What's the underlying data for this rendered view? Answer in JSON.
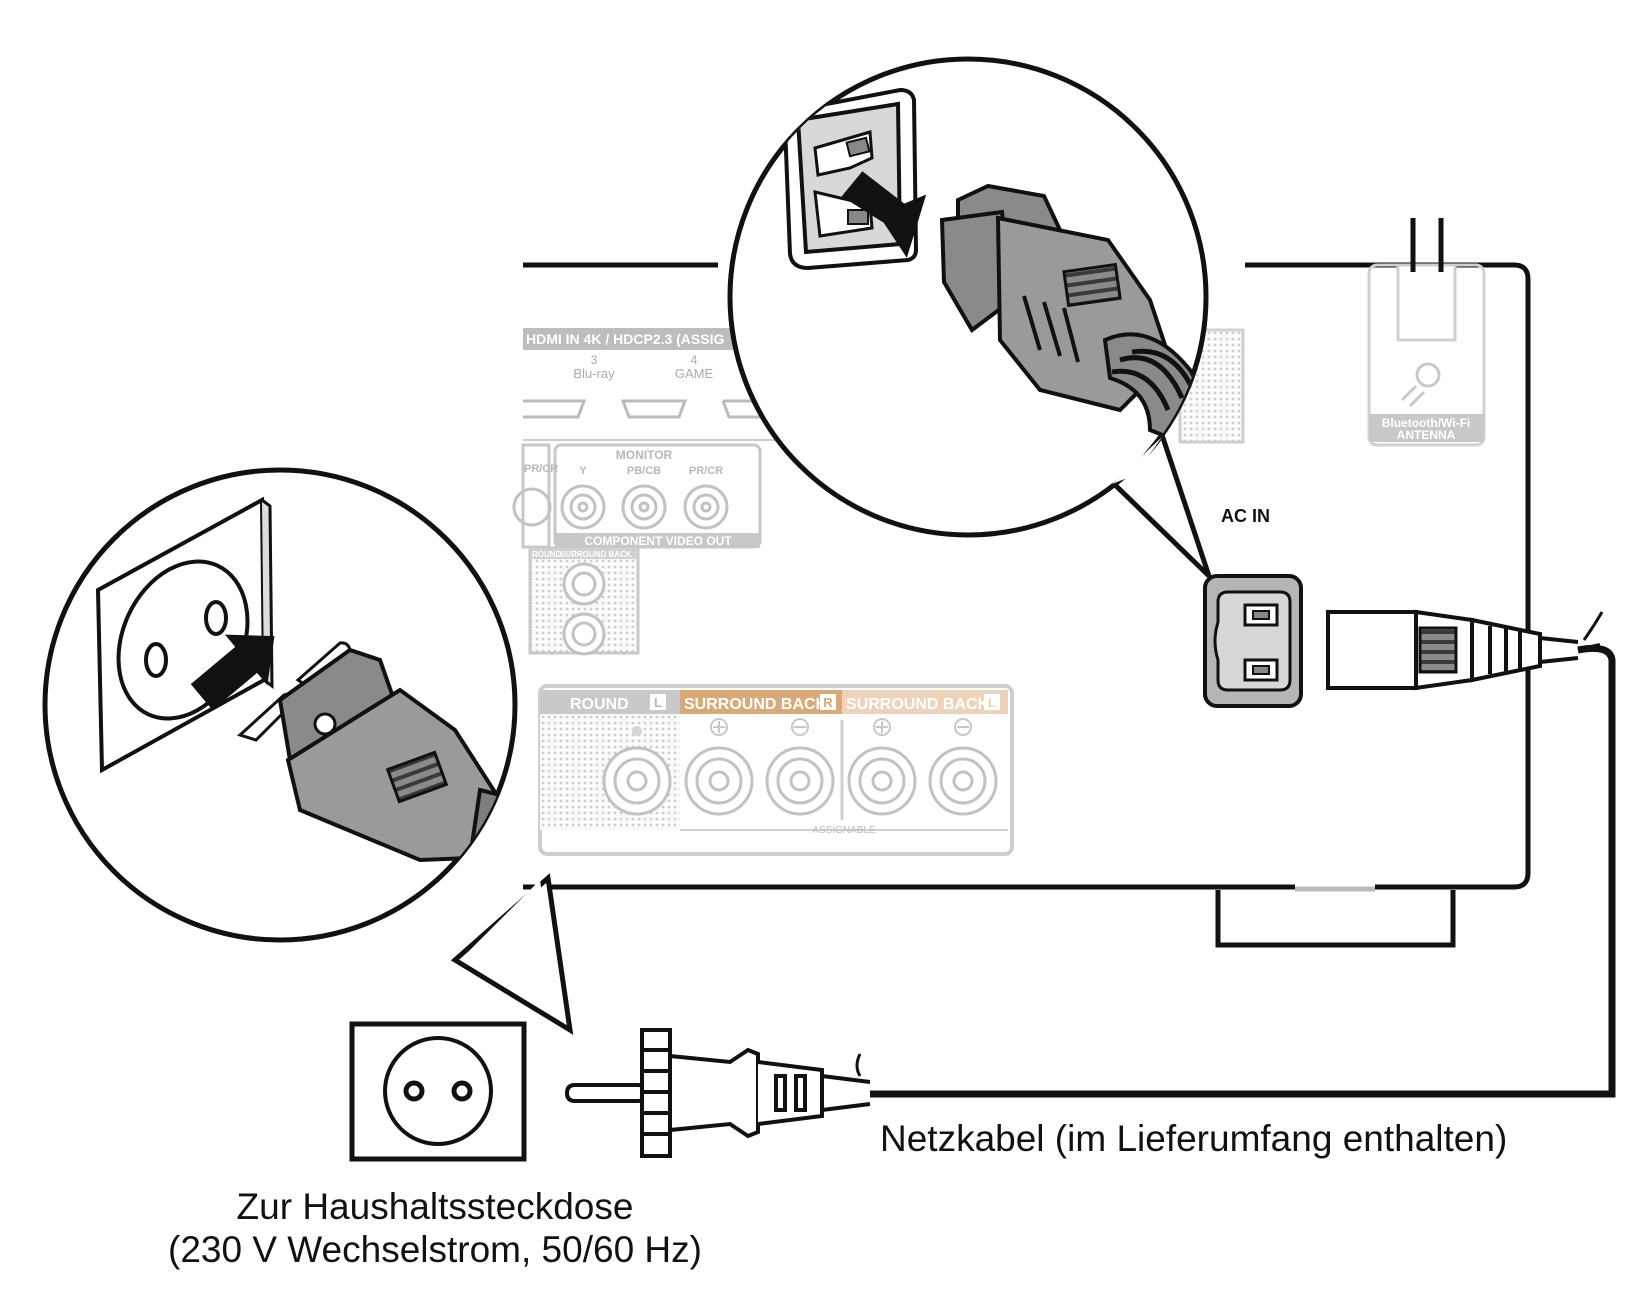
{
  "receiver": {
    "hdmi_header": "HDMI IN 4K / HDCP2.3 (ASSIG",
    "hdmi_inputs": [
      {
        "number": "3",
        "name": "Blu-ray"
      },
      {
        "number": "4",
        "name": "GAME"
      }
    ],
    "monitor_label": "MONITOR",
    "component_channels": [
      "Y",
      "PB/CB",
      "PR/CR"
    ],
    "component_partial_label": "PR/CR",
    "component_footer": "COMPONENT VIDEO OUT",
    "surround_small_labels": [
      "ROUND",
      "SURROUND BACK"
    ],
    "speaker_labels": {
      "surround_partial": "ROUND",
      "surround_back_r": "SURROUND BACK",
      "surround_back_l": "SURROUND BACK",
      "r_badge": "R",
      "l_badge": "L",
      "assignable": "ASSIGNABLE"
    },
    "antenna_label_line1": "Bluetooth/Wi-Fi",
    "antenna_label_line2": "ANTENNA",
    "ac_in_label": "AC IN"
  },
  "captions": {
    "power_cord": "Netzkabel (im Lieferumfang enthalten)",
    "outlet_line1": "Zur Haushaltssteckdose",
    "outlet_line2": "(230 V Wechselstrom, 50/60 Hz)"
  },
  "colors": {
    "line": "#111111",
    "faded_panel": "#c8c8c8",
    "plug_grey": "#8a8a8a",
    "surround_back_r_bg": "#d9a978",
    "surround_back_l_bg": "#ecd3ba"
  }
}
